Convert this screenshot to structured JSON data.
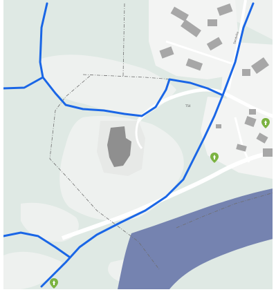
{
  "map": {
    "colors": {
      "land": "#dfe9e4",
      "land_light": "#eef1ef",
      "urban": "#f3f4f3",
      "water": "#7583b0",
      "route": "#1a66e6",
      "building": "#a7a7a7",
      "building_dark": "#8f8f8f",
      "road": "#ffffff",
      "boundary": "#6e6e6e",
      "marker": "#7cb342"
    },
    "labels": {
      "road_label": "T54",
      "street_label": "Sandvika"
    },
    "markers": [
      {
        "name": "marker-1",
        "icon": "tree-pin-icon"
      },
      {
        "name": "marker-2",
        "icon": "tree-pin-icon"
      },
      {
        "name": "marker-3",
        "icon": "tree-pin-icon"
      }
    ]
  }
}
